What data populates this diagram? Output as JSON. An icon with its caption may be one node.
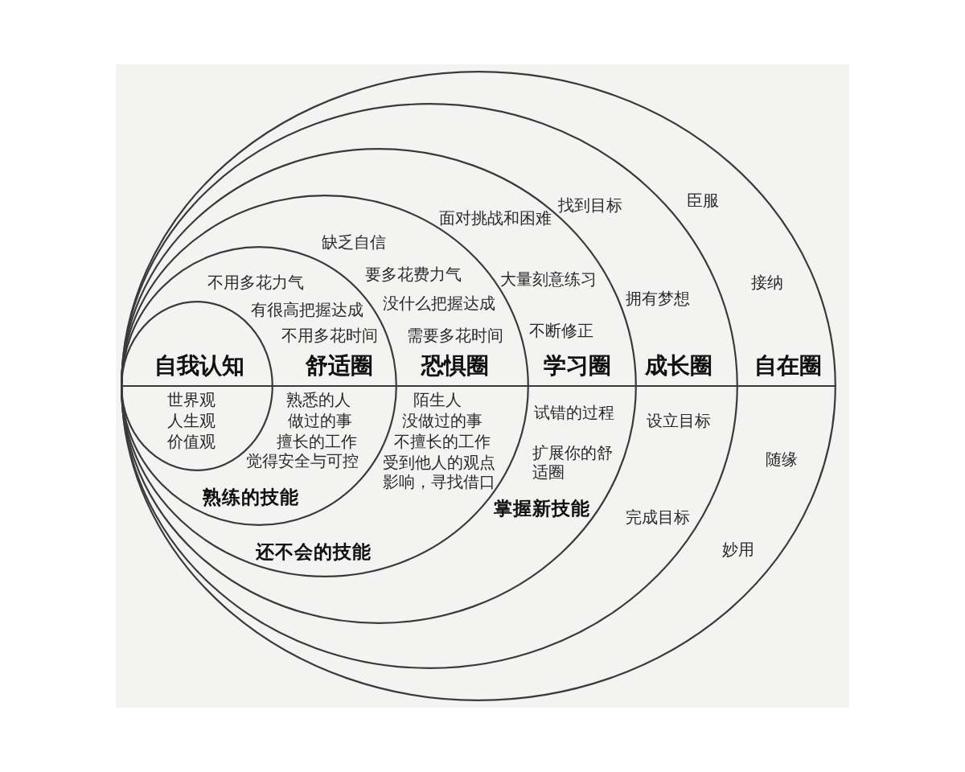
{
  "diagram": {
    "nodes": [
      {
        "text": [
          "臣服",
          "接纳",
          "自在圈",
          "随缘",
          "妙用"
        ]
      },
      {
        "text": [
          "找到目标",
          "拥有梦想",
          "成长圈",
          "设立目标",
          "完成目标"
        ],
        "in": 0
      },
      {
        "text": [
          "面对挑战和困难",
          "大量刻意练习",
          "不断修正",
          "学习圈",
          "试错的过程",
          "扩展你的舒适圈",
          "掌握新技能"
        ],
        "in": 1
      },
      {
        "text": [
          "缺乏自信",
          "要多花费力气",
          "没什么把握达成",
          "需要多花时间",
          "恐惧圈",
          "陌生人",
          "没做过的事",
          "不擅长的工作",
          "受到他人的观点影响，寻找借口",
          "还不会的技能"
        ],
        "in": 2
      },
      {
        "text": [
          "不用多花力气",
          "有很高把握达成",
          "不用多花时间",
          "舒适圈",
          "熟悉的人",
          "做过的事",
          "擅长的工作",
          "觉得安全与可控",
          "熟练的技能"
        ],
        "in": 3
      },
      {
        "text": [
          "自我认知",
          "世界观",
          "人生观",
          "价值观"
        ],
        "in": 4
      }
    ]
  }
}
